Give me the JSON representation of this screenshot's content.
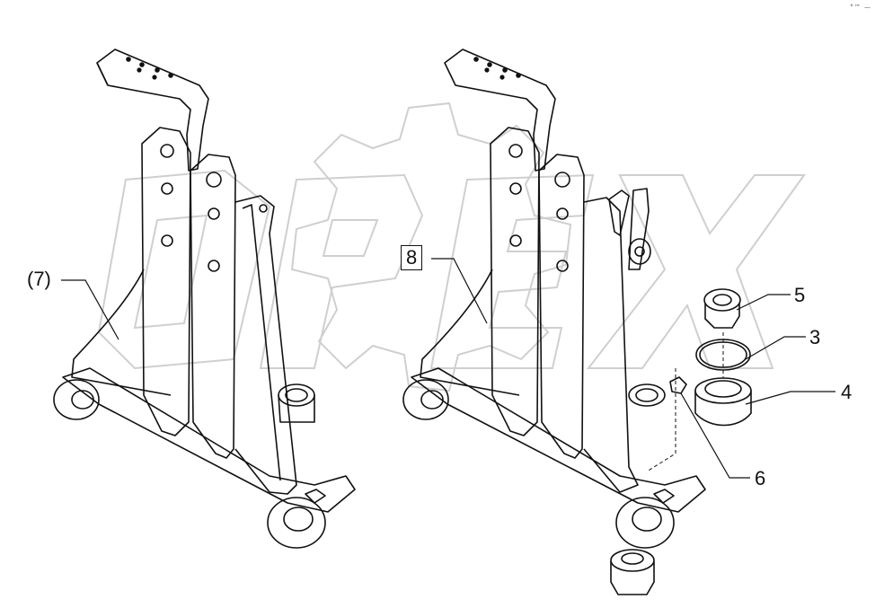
{
  "callouts": {
    "c7": "(7)",
    "c8": "8",
    "c5": "5",
    "c3": "3",
    "c4": "4",
    "c6": "6"
  },
  "corner_mark": "°™ —",
  "colors": {
    "line": "#111111",
    "watermark": "#bdbdbd"
  },
  "watermark_text": "OPEX"
}
